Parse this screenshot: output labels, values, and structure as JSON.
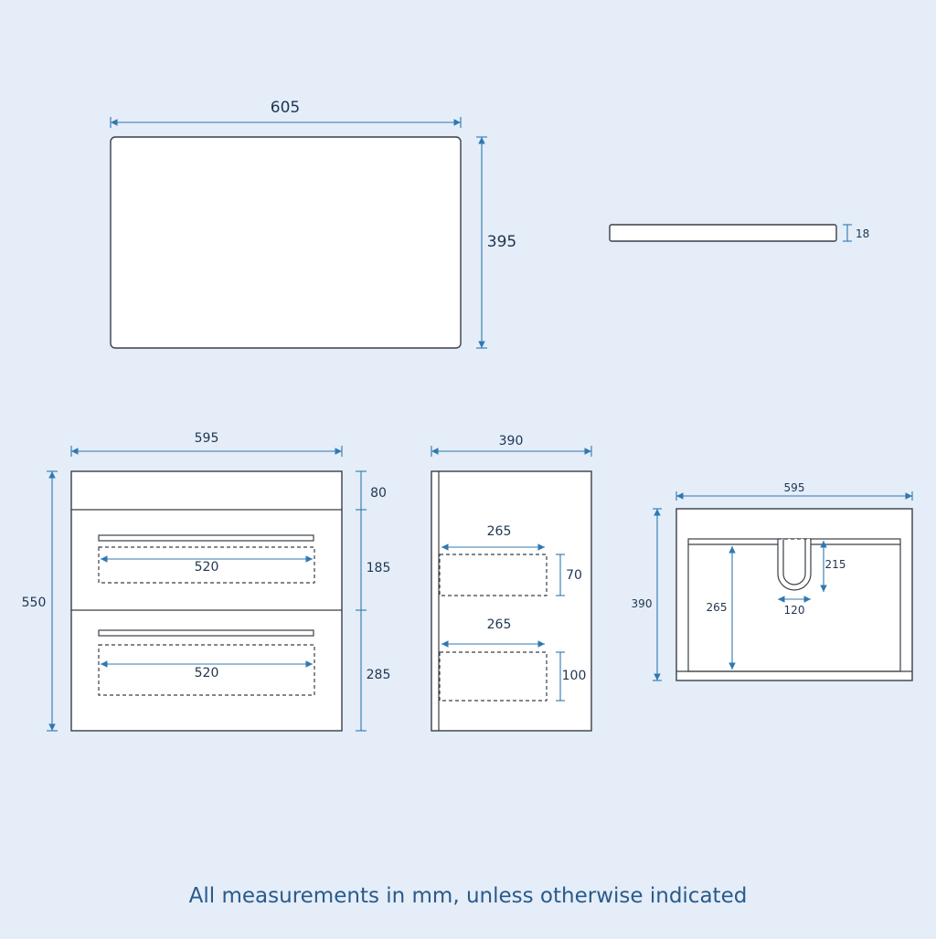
{
  "colors": {
    "background": "#e4edf8",
    "outline": "#3a3f47",
    "dimension": "#2f78b0",
    "caption": "#2a5a8c"
  },
  "top_view": {
    "width": "605",
    "depth": "395"
  },
  "worktop_edge": {
    "thickness": "18"
  },
  "front_view": {
    "width": "595",
    "height": "550",
    "top_rail": "80",
    "drawer_top": "185",
    "drawer_bottom": "285",
    "inner_width_top": "520",
    "inner_width_bottom": "520"
  },
  "side_view": {
    "depth": "390",
    "drawer_depth_top": "265",
    "drawer_height_top": "70",
    "drawer_depth_bottom": "265",
    "drawer_height_bottom": "100"
  },
  "plan_view": {
    "width": "595",
    "depth": "390",
    "inner_depth": "265",
    "cutout_depth": "215",
    "cutout_width": "120"
  },
  "caption": "All measurements in mm, unless otherwise indicated"
}
